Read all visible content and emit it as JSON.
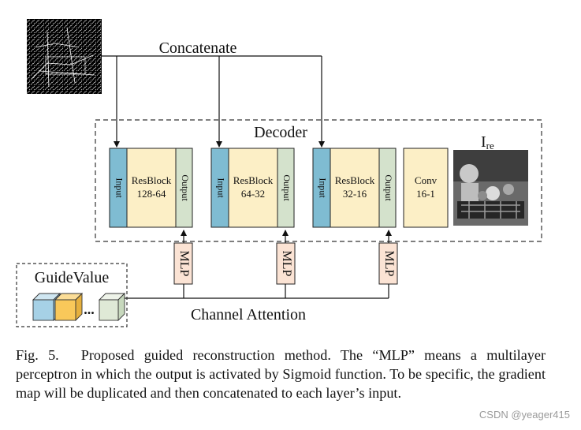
{
  "diagram": {
    "concat_label": "Concatenate",
    "decoder_label": "Decoder",
    "output_image_label_base": "I",
    "output_image_label_sub": "re",
    "blocks": [
      {
        "input": "Input",
        "name": "ResBlock",
        "channels": "128-64",
        "output": "Output"
      },
      {
        "input": "Input",
        "name": "ResBlock",
        "channels": "64-32",
        "output": "Output"
      },
      {
        "input": "Input",
        "name": "ResBlock",
        "channels": "32-16",
        "output": "Output"
      }
    ],
    "conv": {
      "name": "Conv",
      "channels": "16-1"
    },
    "mlp_labels": [
      "MLP",
      "MLP",
      "MLP"
    ],
    "guide_value_label": "GuideValue",
    "ellipsis": "...",
    "channel_attention_label": "Channel Attention",
    "colors": {
      "input": "#7fbcd2",
      "resblock": "#fcefc6",
      "output": "#d4e2cc",
      "conv": "#fcefc6",
      "mlp": "#fbe3d4",
      "cube_blue": "#a6d1e6",
      "cube_yellow": "#f9c85a",
      "cube_green": "#dfe9d6"
    }
  },
  "caption": {
    "fig_label": "Fig. 5.",
    "text": "Proposed guided reconstruction method. The “MLP” means a multilayer perceptron in which the output is activated by Sigmoid function. To be specific, the gradient map will be duplicated and then concatenated to each layer’s input."
  },
  "watermark": "CSDN @yeager415"
}
